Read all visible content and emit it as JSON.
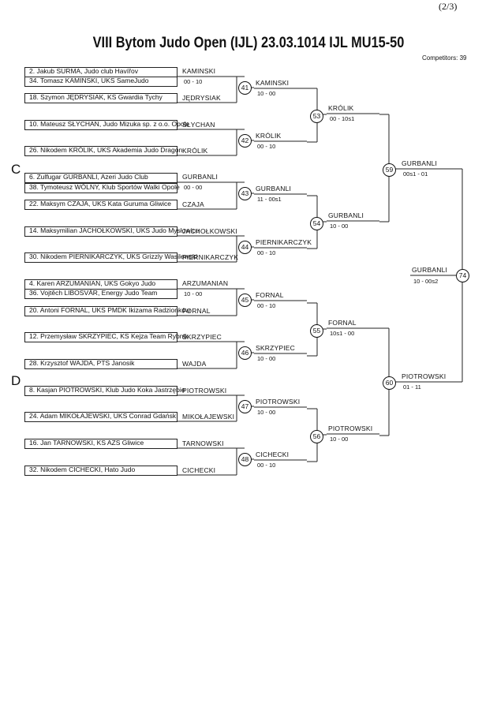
{
  "header": {
    "page": "(2/3)",
    "title": "VIII Bytom Judo Open (IJL)  23.03.1014  IJL   MU15-50",
    "competitors": "Competitors: 39"
  },
  "sections": [
    "C",
    "D"
  ],
  "entries": [
    "2. Jakub SURMA, Judo club Havířov",
    "34. Tomasz KAMINSKI, UKS SameJudo",
    "18. Szymon JĘDRYSIAK, KS Gwardia Tychy",
    "10. Mateusz SŁYCHAN, Judo Mizuka sp. z o.o. Opole",
    "26. Nikodem KRÓLIK, UKS Akademia Judo Dragon",
    "6. Zulfugar GURBANLI, Azeri Judo Club",
    "38. Tymoteusz WÓLNY, Klub Sportów Walki Opole",
    "22. Maksym CZAJA, UKS Kata Guruma Gliwice",
    "14. Maksymilian JACHOŁKOWSKI, UKS Judo Mysłowice",
    "30. Nikodem PIERNIKARCZYK, UKS Grizzly Wasilewski",
    "4. Karen ARZUMANIAN, UKS Gokyo Judo",
    "36. Vojtěch LIBOSVÁR, Energy Judo Team",
    "20. Antoni FORNAL, UKS PMDK Ikizama Radzionków",
    "12. Przemysław SKRZYPIEC, KS Kejza Team Rybnik",
    "28. Krzysztof WAJDA, PTS Janosik",
    "8. Kasjan PIOTROWSKI, Klub Judo Koka Jastrzębie",
    "24. Adam MIKOŁAJEWSKI, UKS Conrad Gdańsk",
    "16. Jan TARNOWSKI, KS AZS Gliwice",
    "32. Nikodem CICHECKI, Hato Judo"
  ],
  "r0": [
    {
      "winner": "KAMINSKI",
      "score": "00 - 10"
    },
    {
      "winner": "GURBANLI",
      "score": "00 - 00"
    },
    {
      "winner": "ARZUMANIAN",
      "score": "10 - 00"
    }
  ],
  "byes": [
    "JĘDRYSIAK",
    "SŁYCHAN",
    "KRÓLIK",
    "CZAJA",
    "JACHOŁKOWSKI",
    "PIERNIKARCZYK",
    "FORNAL",
    "SKRZYPIEC",
    "WAJDA",
    "PIOTROWSKI",
    "MIKOŁAJEWSKI",
    "TARNOWSKI",
    "CICHECKI"
  ],
  "r1": [
    {
      "num": "41",
      "winner": "KAMINSKI",
      "score": "10 - 00"
    },
    {
      "num": "42",
      "winner": "KRÓLIK",
      "score": "00 - 10"
    },
    {
      "num": "43",
      "winner": "GURBANLI",
      "score": "11 - 00s1"
    },
    {
      "num": "44",
      "winner": "PIERNIKARCZYK",
      "score": "00 - 10"
    },
    {
      "num": "45",
      "winner": "FORNAL",
      "score": "00 - 10"
    },
    {
      "num": "46",
      "winner": "SKRZYPIEC",
      "score": "10 - 00"
    },
    {
      "num": "47",
      "winner": "PIOTROWSKI",
      "score": "10 - 00"
    },
    {
      "num": "48",
      "winner": "CICHECKI",
      "score": "00 - 10"
    }
  ],
  "r2": [
    {
      "num": "53",
      "winner": "KRÓLIK",
      "score": "00 - 10s1"
    },
    {
      "num": "54",
      "winner": "GURBANLI",
      "score": "10 - 00"
    },
    {
      "num": "55",
      "winner": "FORNAL",
      "score": "10s1 - 00"
    },
    {
      "num": "56",
      "winner": "PIOTROWSKI",
      "score": "10 - 00"
    }
  ],
  "r3": [
    {
      "num": "59",
      "winner": "GURBANLI",
      "score": "00s1 - 01"
    },
    {
      "num": "60",
      "winner": "PIOTROWSKI",
      "score": "01 - 11"
    }
  ],
  "final": {
    "num": "74",
    "winner": "GURBANLI",
    "score": "10 - 00s2"
  }
}
